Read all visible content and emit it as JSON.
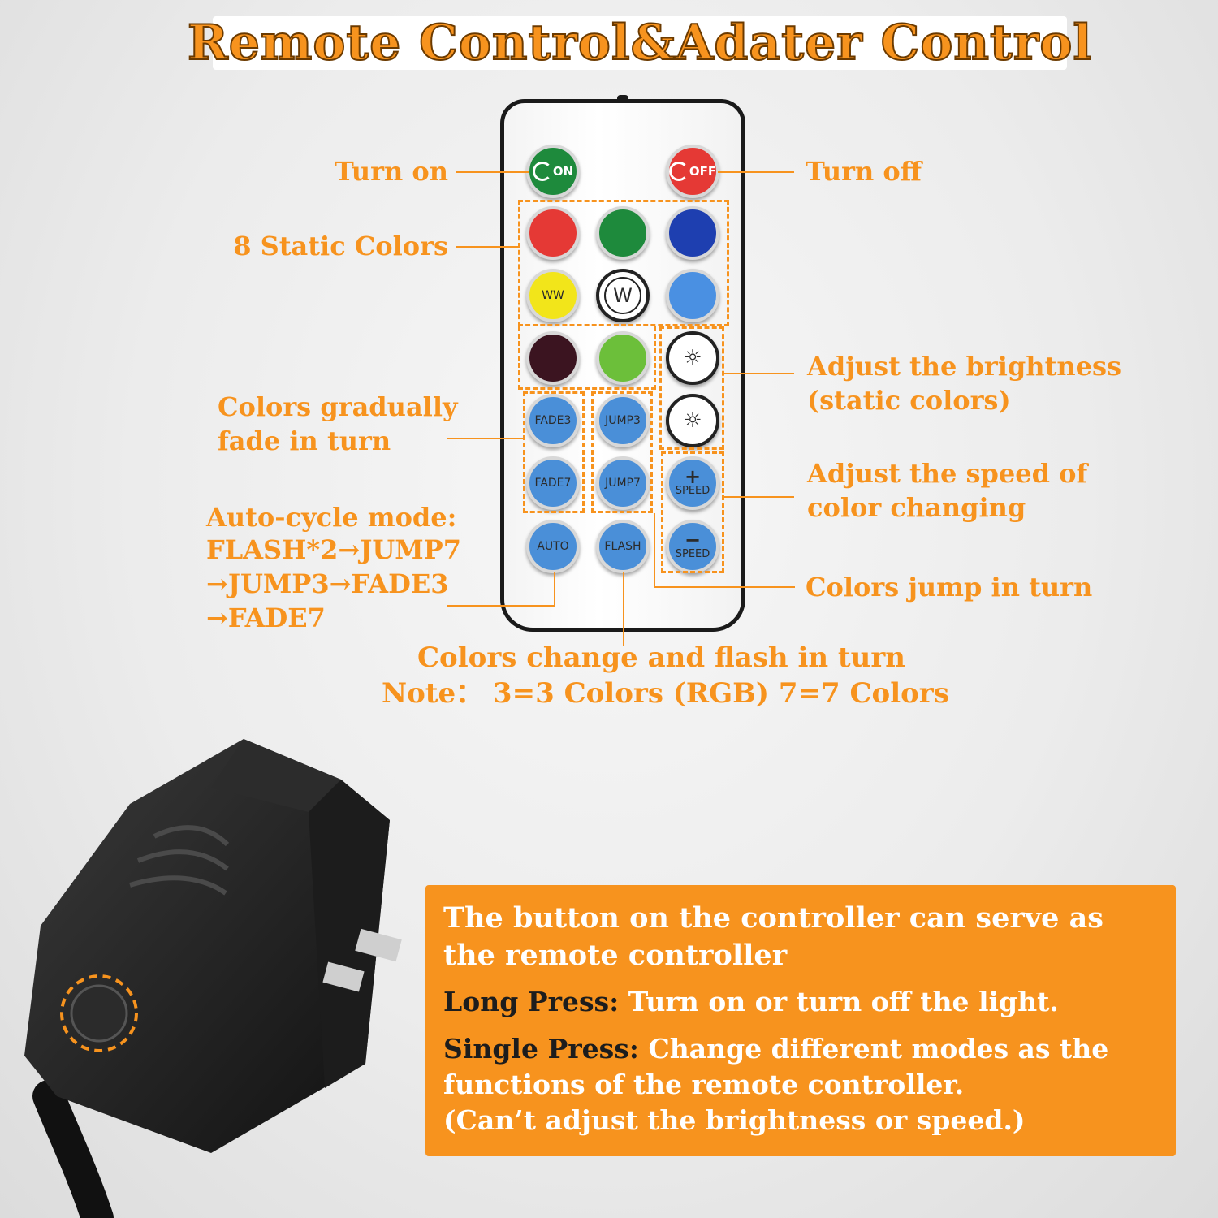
{
  "title": "Remote Control&Adater Control",
  "labels": {
    "turn_on": "Turn on",
    "turn_off": "Turn off",
    "static_colors": "8 Static Colors",
    "brightness_1": "Adjust the brightness",
    "brightness_2": "(static colors)",
    "fade_1": "Colors gradually",
    "fade_2": "fade in turn",
    "speed_1": "Adjust the speed of",
    "speed_2": "color changing",
    "auto_1": "Auto-cycle mode:",
    "auto_2": "FLASH*2→JUMP7",
    "auto_3": "→JUMP3→FADE3",
    "auto_4": "→FADE7",
    "jump": "Colors jump in turn",
    "flash": "Colors change and flash in turn",
    "note": "Note：  3=3 Colors (RGB) 7=7 Colors"
  },
  "remote": {
    "on": "ON",
    "off": "OFF",
    "ww": "WW",
    "w": "W",
    "fade3": "FADE3",
    "fade7": "FADE7",
    "jump3": "JUMP3",
    "jump7": "JUMP7",
    "speed_plus": "+",
    "speed_minus": "−",
    "speed": "SPEED",
    "auto": "AUTO",
    "flash": "FLASH"
  },
  "panel": {
    "intro": "The button on the controller can serve as the remote controller",
    "long_label": "Long Press:",
    "long_text": " Turn on or turn off the light.",
    "single_label": "Single Press:",
    "single_text": " Change different modes as the functions of the remote controller.",
    "note": "(Can’t adjust the brightness or speed.)"
  },
  "colors": {
    "accent": "#f7931e",
    "red": "#e53935",
    "green": "#1e8a3c",
    "blue": "#1e3fb0",
    "yellow": "#f2e51a",
    "light_blue": "#4a90e2",
    "purple": "#3b1420",
    "light_green": "#6cbf3a",
    "mode_blue": "#4a8fd8"
  }
}
